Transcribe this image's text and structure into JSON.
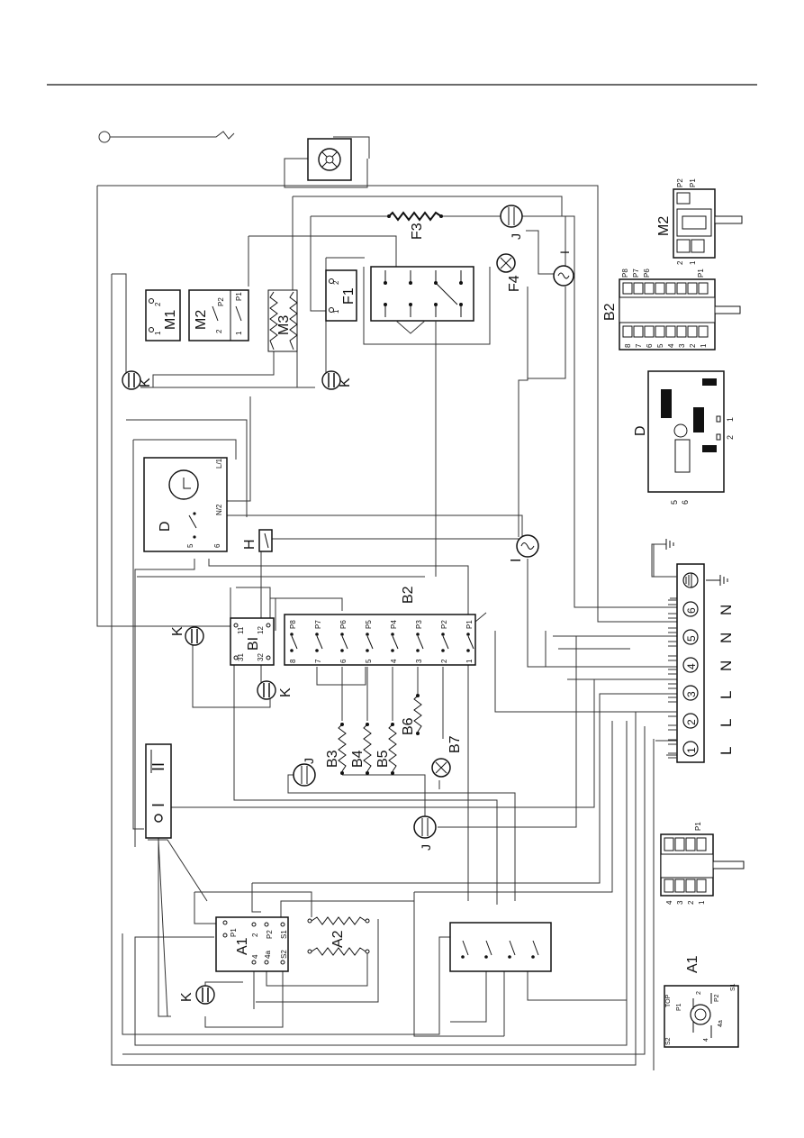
{
  "labels": {
    "M1": "M1",
    "M2": "M2",
    "M3": "M3",
    "F1": "F1",
    "F3": "F3",
    "F4": "F4",
    "J": "J",
    "I": "I",
    "D": "D",
    "H": "H",
    "K": "K",
    "BI": "BI",
    "B2": "B2",
    "B3": "B3",
    "B4": "B4",
    "B5": "B5",
    "B6": "B6",
    "B7": "B7",
    "A1": "A1",
    "A2": "A2",
    "roman1": "I",
    "roman2": "II"
  },
  "terminal_block": {
    "numbers": [
      "6",
      "5",
      "4",
      "3",
      "2",
      "1"
    ],
    "lines": [
      "N",
      "N",
      "N",
      "L",
      "L",
      "L"
    ]
  },
  "B2_switch": {
    "top": [
      "P8",
      "P7",
      "P6",
      "P5",
      "P4",
      "P3",
      "P2",
      "P1"
    ],
    "bottom": [
      "8",
      "7",
      "6",
      "5",
      "4",
      "3",
      "2",
      "1"
    ]
  },
  "BI_pins": [
    "11",
    "12",
    "31",
    "32"
  ],
  "D_pins": [
    "L/1",
    "N/2",
    "5",
    "6"
  ],
  "M1_pins": [
    "2",
    "1"
  ],
  "M2_pins": [
    "P2",
    "P1",
    "2",
    "1"
  ],
  "F1_pins": [
    "2",
    "1"
  ],
  "A1_pins": [
    "P1",
    "2",
    "P2",
    "S1",
    "4",
    "4a",
    "S2"
  ],
  "detail_M2": {
    "title": "M2",
    "pins": [
      "P2",
      "P1",
      "2",
      "1"
    ]
  },
  "detail_B2": {
    "title": "B2",
    "top": [
      "P8",
      "P7",
      "P6",
      "P1"
    ],
    "bottom": [
      "8",
      "7",
      "6",
      "5",
      "4",
      "3",
      "2",
      "1"
    ]
  },
  "detail_D": {
    "title": "D",
    "pins": [
      "5",
      "6",
      "2",
      "1"
    ]
  },
  "detail_A1sw": {
    "top": [
      "P1"
    ],
    "bottom": [
      "4",
      "3",
      "2",
      "1"
    ]
  },
  "detail_A1": {
    "title": "A1",
    "labels": [
      "TOP",
      "P1",
      "2",
      "P2",
      "S1",
      "4a",
      "4",
      "S2"
    ]
  }
}
